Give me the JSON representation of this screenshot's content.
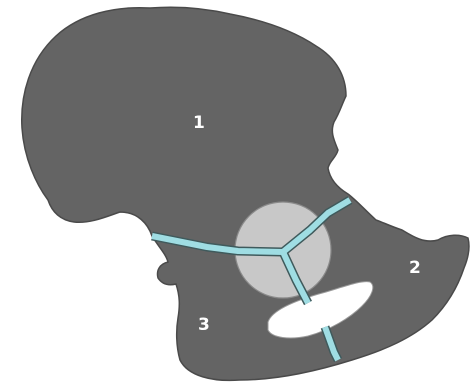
{
  "diagram": {
    "regions": [
      {
        "id": "1",
        "label": "1"
      },
      {
        "id": "2",
        "label": "2"
      },
      {
        "id": "3",
        "label": "3"
      }
    ],
    "colors": {
      "bone": "#646464",
      "bone_outline": "#4a4a4a",
      "suture": "#9fdde3",
      "suture_outline": "#3f5a5c",
      "acetabulum": "#c8c8c8",
      "foramen": "#ffffff",
      "label": "#ffffff",
      "background": "#ffffff"
    }
  }
}
